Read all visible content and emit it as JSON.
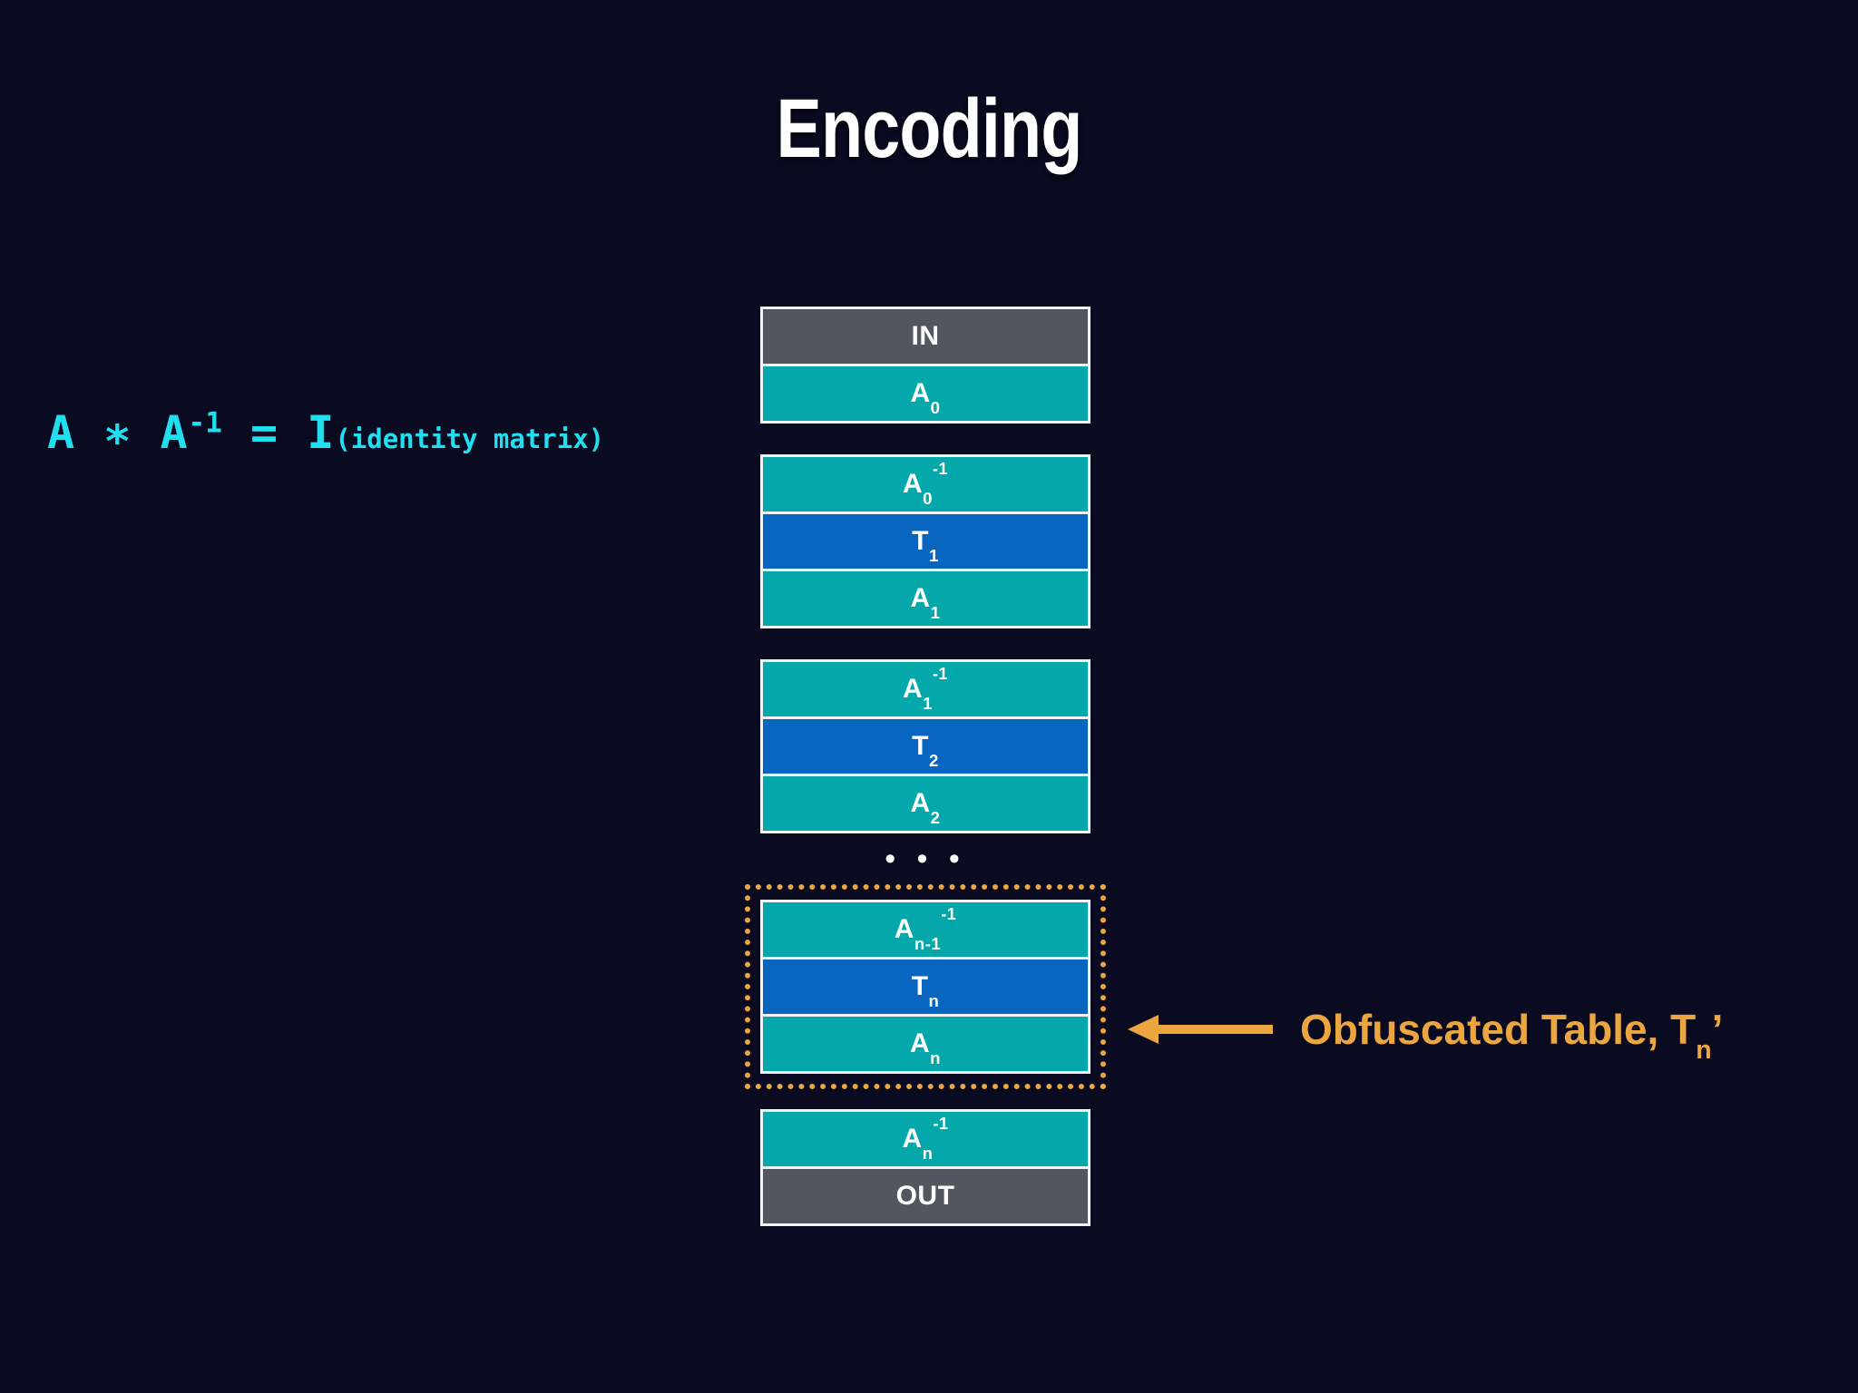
{
  "slide": {
    "title": "Encoding",
    "background_color": "#0a0a21"
  },
  "formula": {
    "lhs_matrix": "A",
    "operator": "∗",
    "rhs_matrix": "A",
    "rhs_exponent": "-1",
    "equals": "=",
    "identity_symbol": "I",
    "identity_note": "(identity matrix)",
    "color": "#22dff0"
  },
  "diagram": {
    "colors": {
      "teal": "#04a8ab",
      "blue": "#0866c0",
      "gray": "#52565f",
      "border": "#f2f4f8",
      "highlight": "#eba63f"
    },
    "groups": [
      {
        "name": "input-group",
        "highlighted": false,
        "rows": [
          {
            "name": "row-in",
            "style": "gray",
            "base": "IN",
            "sub": "",
            "sup": ""
          },
          {
            "name": "row-a0",
            "style": "teal",
            "base": "A",
            "sub": "0",
            "sup": ""
          }
        ]
      },
      {
        "name": "round-1-group",
        "highlighted": false,
        "rows": [
          {
            "name": "row-a0-inv",
            "style": "teal",
            "base": "A",
            "sub": "0",
            "sup": "-1"
          },
          {
            "name": "row-t1",
            "style": "blue",
            "base": "T",
            "sub": "1",
            "sup": ""
          },
          {
            "name": "row-a1",
            "style": "teal",
            "base": "A",
            "sub": "1",
            "sup": ""
          }
        ]
      },
      {
        "name": "round-2-group",
        "highlighted": false,
        "rows": [
          {
            "name": "row-a1-inv",
            "style": "teal",
            "base": "A",
            "sub": "1",
            "sup": "-1"
          },
          {
            "name": "row-t2",
            "style": "blue",
            "base": "T",
            "sub": "2",
            "sup": ""
          },
          {
            "name": "row-a2",
            "style": "teal",
            "base": "A",
            "sub": "2",
            "sup": ""
          }
        ]
      },
      {
        "name": "round-n-group",
        "highlighted": true,
        "rows": [
          {
            "name": "row-an-1-inv",
            "style": "teal",
            "base": "A",
            "sub": "n-1",
            "sup": "-1"
          },
          {
            "name": "row-tn",
            "style": "blue",
            "base": "T",
            "sub": "n",
            "sup": ""
          },
          {
            "name": "row-an",
            "style": "teal",
            "base": "A",
            "sub": "n",
            "sup": ""
          }
        ]
      },
      {
        "name": "output-group",
        "highlighted": false,
        "rows": [
          {
            "name": "row-an-inv",
            "style": "teal",
            "base": "A",
            "sub": "n",
            "sup": "-1"
          },
          {
            "name": "row-out",
            "style": "gray",
            "base": "OUT",
            "sub": "",
            "sup": ""
          }
        ]
      }
    ],
    "ellipsis": "• • •"
  },
  "annotation": {
    "arrow_icon": "arrow-left-icon",
    "label_text": "Obfuscated Table, T",
    "label_sub": "n",
    "label_suffix": "’",
    "color": "#eba63f"
  }
}
